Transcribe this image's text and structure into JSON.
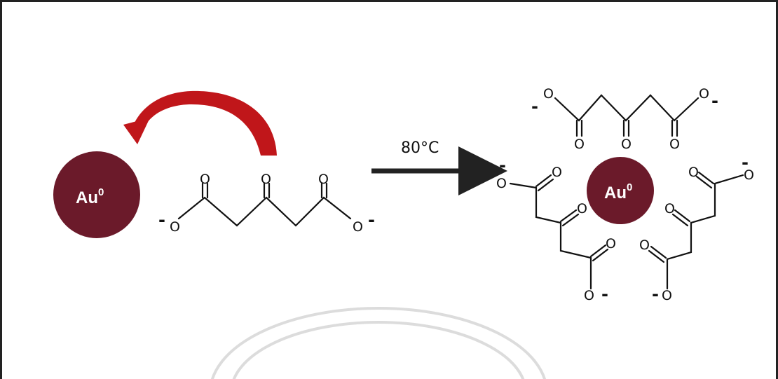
{
  "particle_left": {
    "label": "Au",
    "superscript": "0",
    "color": "#6b1a2a"
  },
  "particle_right": {
    "label": "Au",
    "superscript": "0",
    "color": "#6b1a2a"
  },
  "reaction": {
    "condition": "80°C"
  },
  "atoms": {
    "oxygen": "O",
    "charge": "-"
  },
  "colors": {
    "arrow_curved": "#c0161a",
    "arrow_straight": "#222222",
    "border": "#222222",
    "watermark": "#d9d9d9"
  }
}
